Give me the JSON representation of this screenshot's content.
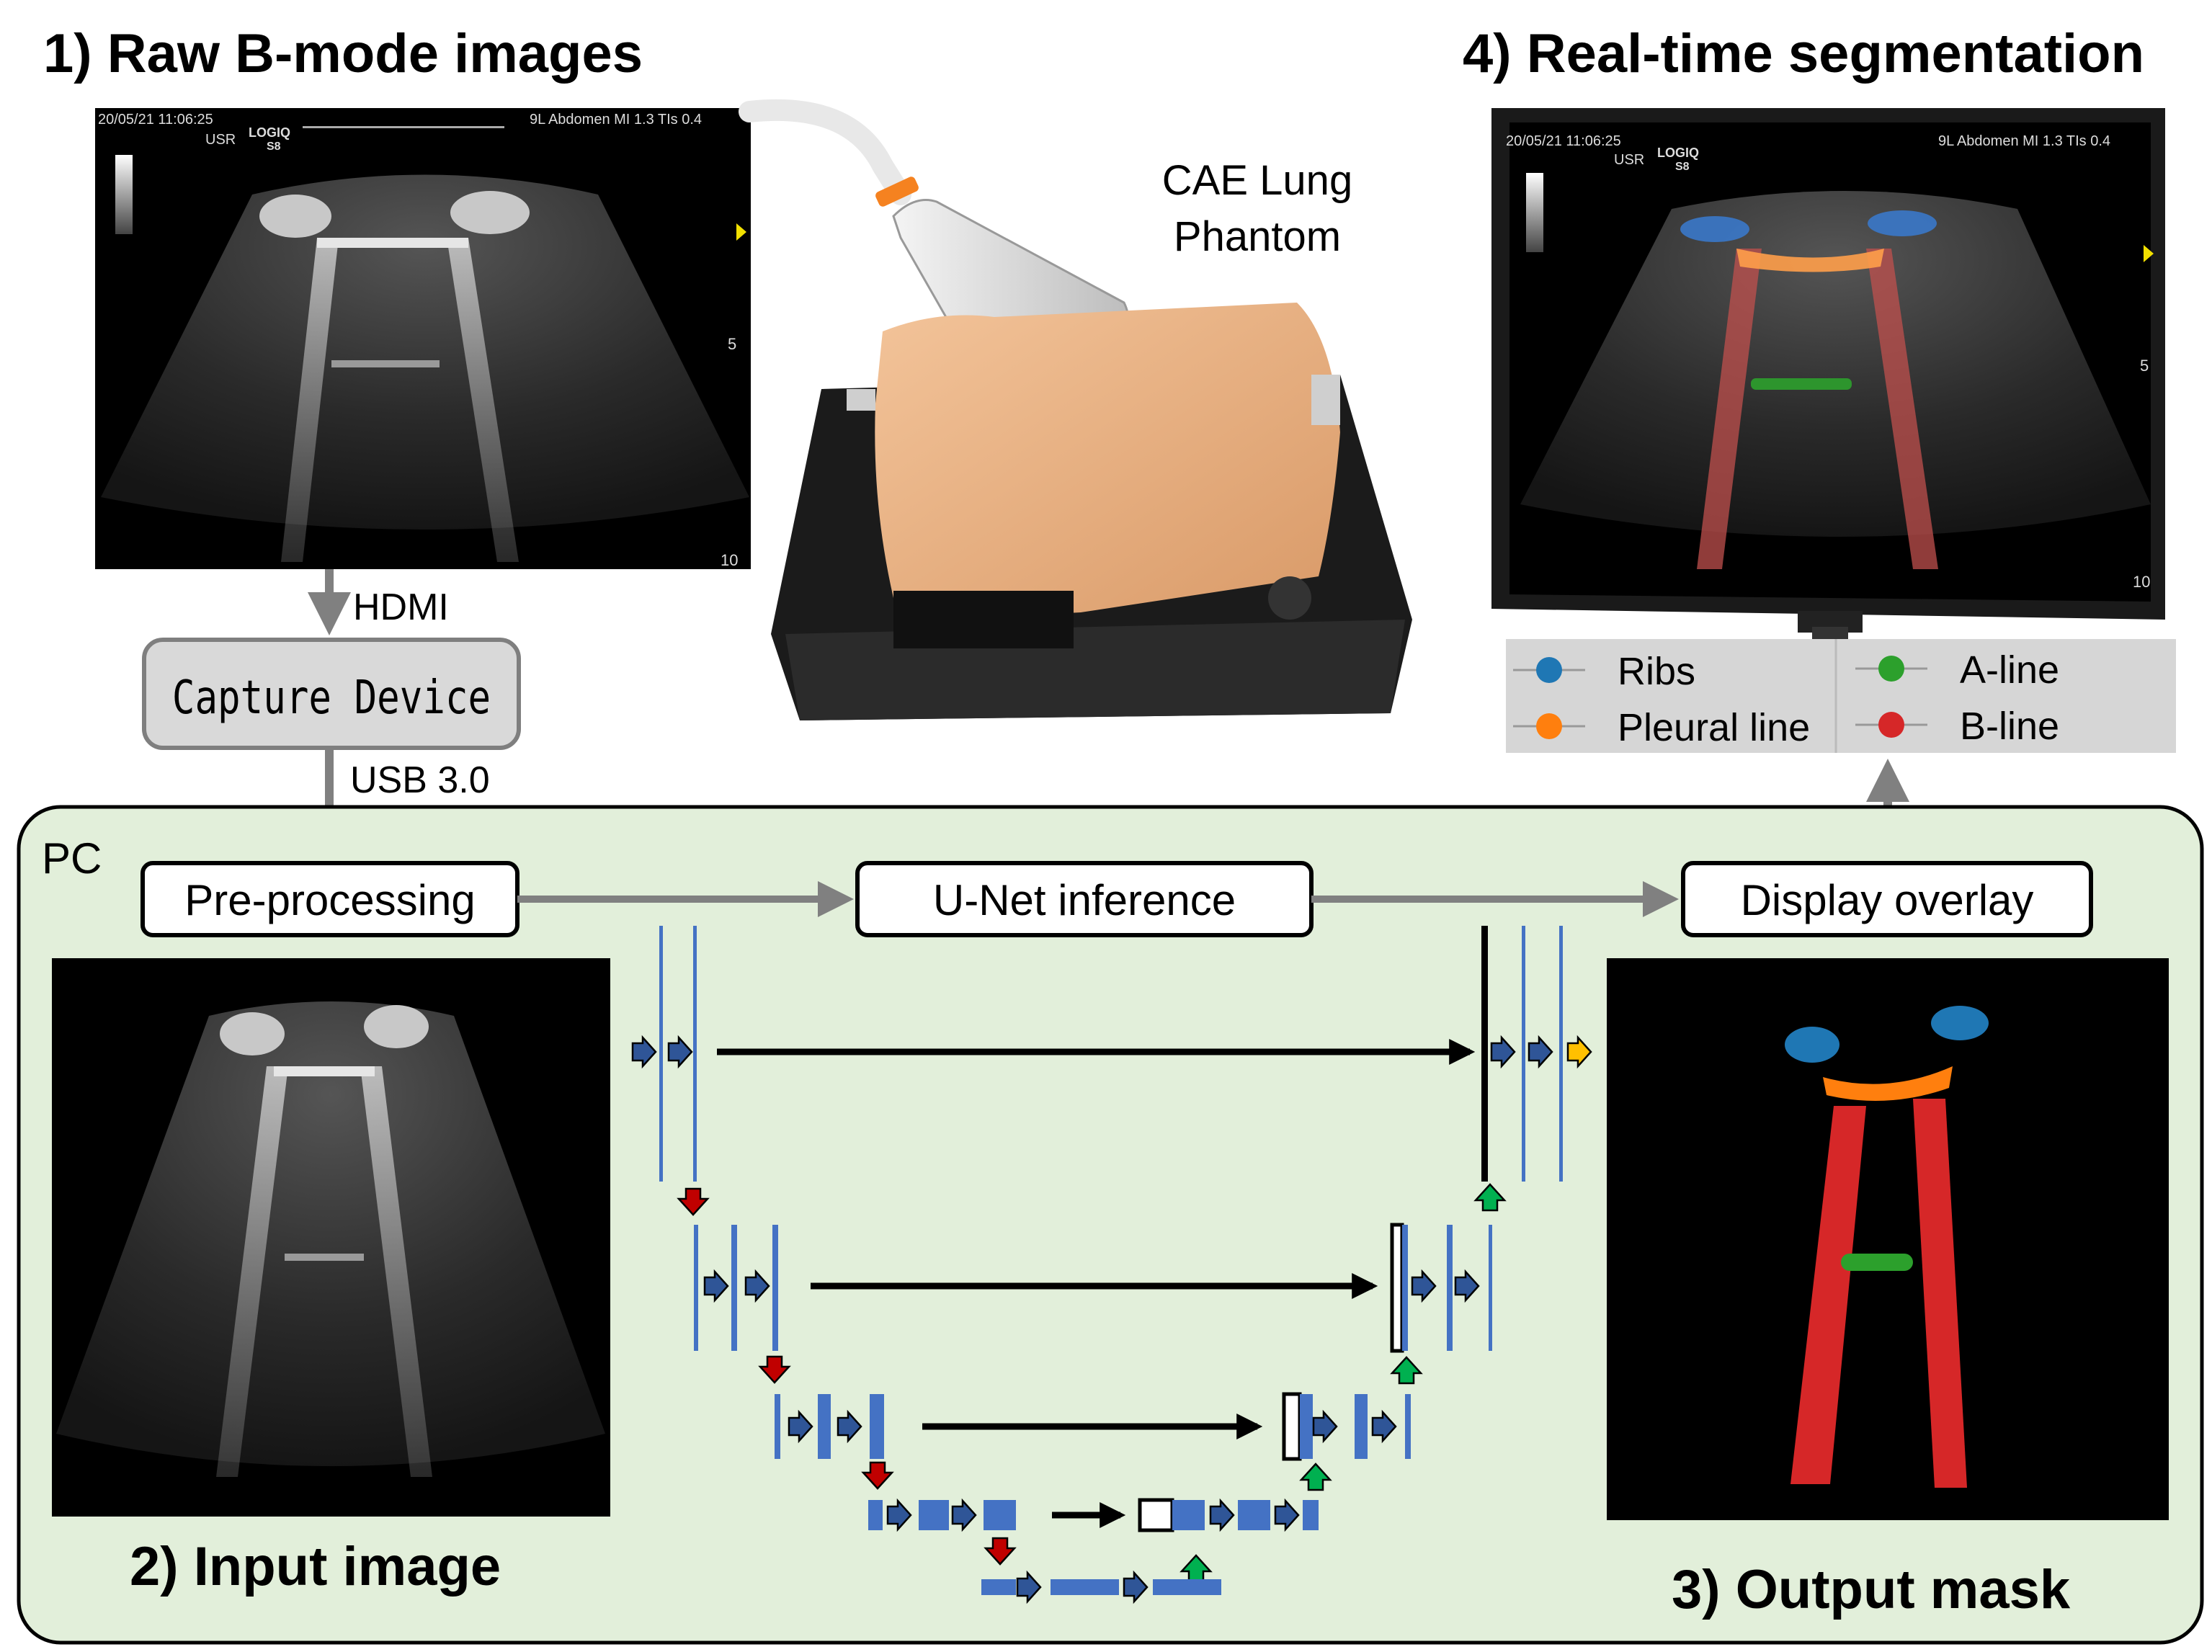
{
  "titles": {
    "raw": "1) Raw B-mode images",
    "input": "2) Input image",
    "output": "3) Output mask",
    "realtime": "4) Real-time segmentation"
  },
  "phantom": {
    "line1": "CAE Lung",
    "line2": "Phantom"
  },
  "connectors": {
    "hdmi": "HDMI",
    "usb": "USB 3.0"
  },
  "capture_device": "Capture Device",
  "pc": {
    "label": "PC",
    "preprocessing": "Pre-processing",
    "unet": "U-Net inference",
    "display": "Display overlay"
  },
  "ultrasound": {
    "datetime": "20/05/21 11:06:25",
    "user": "USR",
    "logo1": "LOGIQ",
    "logo2": "S8",
    "preset": "9L  Abdomen  MI 1.3  TIs 0.4",
    "depth_mid": "5",
    "depth_max": "10"
  },
  "legend": [
    {
      "label": "Ribs",
      "color": "#1f77b4"
    },
    {
      "label": "Pleural line",
      "color": "#ff7f0e"
    },
    {
      "label": "A-line",
      "color": "#2ca02c"
    },
    {
      "label": "B-line",
      "color": "#d62728"
    }
  ],
  "colors": {
    "pc_bg": "#e2efda",
    "unet_blue": "#4472c4",
    "down_arrow": "#c00000",
    "up_arrow": "#00b050",
    "final_arrow": "#ffc000",
    "box_gray": "#d9d9d9"
  }
}
